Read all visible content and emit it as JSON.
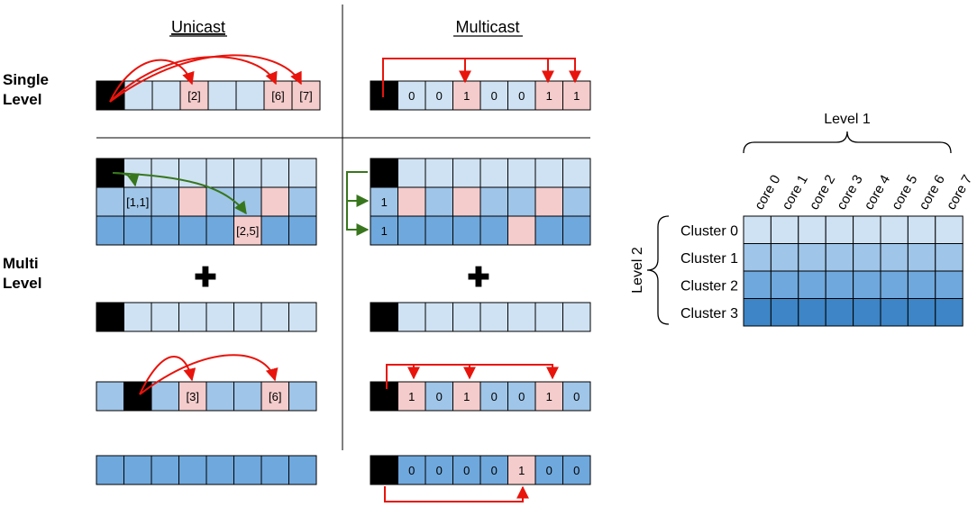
{
  "colors": {
    "black": "#000000",
    "pink": "#f4cccc",
    "L0": "#cfe2f3",
    "L1": "#9fc5e8",
    "L2": "#6fa8dc",
    "L3": "#3d85c6",
    "red_arrow": "#e8140c",
    "green_arrow": "#38761d"
  },
  "headers": {
    "unicast": "Unicast",
    "multicast": "Multicast"
  },
  "row_labels": {
    "single": [
      "Single",
      "Level"
    ],
    "multi": [
      "Multi",
      "Level"
    ]
  },
  "plus_sign": "✚",
  "grid": {
    "level1_label": "Level 1",
    "level2_label": "Level 2",
    "cores": [
      "core 0",
      "core 1",
      "core 2",
      "core 3",
      "core 4",
      "core 5",
      "core 6",
      "core 7"
    ],
    "clusters": [
      "Cluster 0",
      "Cluster 1",
      "Cluster 2",
      "Cluster 3"
    ]
  },
  "strips": [
    {
      "id": "uni-single",
      "cells": [
        {
          "fill": "black"
        },
        {
          "fill": "L0"
        },
        {
          "fill": "L0"
        },
        {
          "fill": "pink",
          "text": "[2]"
        },
        {
          "fill": "L0"
        },
        {
          "fill": "L0"
        },
        {
          "fill": "pink",
          "text": "[6]"
        },
        {
          "fill": "pink",
          "text": "[7]"
        }
      ]
    },
    {
      "id": "multi-single",
      "cells": [
        {
          "fill": "black"
        },
        {
          "fill": "L0",
          "text": "0"
        },
        {
          "fill": "L0",
          "text": "0"
        },
        {
          "fill": "pink",
          "text": "1"
        },
        {
          "fill": "L0",
          "text": "0"
        },
        {
          "fill": "L0",
          "text": "0"
        },
        {
          "fill": "pink",
          "text": "1"
        },
        {
          "fill": "pink",
          "text": "1"
        }
      ]
    },
    {
      "id": "uni-multi-r0",
      "cells": [
        {
          "fill": "black"
        },
        {
          "fill": "L0"
        },
        {
          "fill": "L0"
        },
        {
          "fill": "L0"
        },
        {
          "fill": "L0"
        },
        {
          "fill": "L0"
        },
        {
          "fill": "L0"
        },
        {
          "fill": "L0"
        }
      ]
    },
    {
      "id": "uni-multi-r1",
      "cells": [
        {
          "fill": "L1"
        },
        {
          "fill": "L1",
          "text": "[1,1]"
        },
        {
          "fill": "L1"
        },
        {
          "fill": "pink"
        },
        {
          "fill": "L1"
        },
        {
          "fill": "L1"
        },
        {
          "fill": "pink"
        },
        {
          "fill": "L1"
        }
      ]
    },
    {
      "id": "uni-multi-r2",
      "cells": [
        {
          "fill": "L2"
        },
        {
          "fill": "L2"
        },
        {
          "fill": "L2"
        },
        {
          "fill": "L2"
        },
        {
          "fill": "L2"
        },
        {
          "fill": "pink",
          "text": "[2,5]"
        },
        {
          "fill": "L2"
        },
        {
          "fill": "L2"
        }
      ]
    },
    {
      "id": "multi-multi-r0",
      "cells": [
        {
          "fill": "black"
        },
        {
          "fill": "L0"
        },
        {
          "fill": "L0"
        },
        {
          "fill": "L0"
        },
        {
          "fill": "L0"
        },
        {
          "fill": "L0"
        },
        {
          "fill": "L0"
        },
        {
          "fill": "L0"
        }
      ]
    },
    {
      "id": "multi-multi-r1",
      "cells": [
        {
          "fill": "L1",
          "text": "1"
        },
        {
          "fill": "pink"
        },
        {
          "fill": "L1"
        },
        {
          "fill": "pink"
        },
        {
          "fill": "L1"
        },
        {
          "fill": "L1"
        },
        {
          "fill": "pink"
        },
        {
          "fill": "L1"
        }
      ]
    },
    {
      "id": "multi-multi-r2",
      "cells": [
        {
          "fill": "L2",
          "text": "1"
        },
        {
          "fill": "L2"
        },
        {
          "fill": "L2"
        },
        {
          "fill": "L2"
        },
        {
          "fill": "L2"
        },
        {
          "fill": "pink"
        },
        {
          "fill": "L2"
        },
        {
          "fill": "L2"
        }
      ]
    },
    {
      "id": "uni-l1-strip",
      "cells": [
        {
          "fill": "black"
        },
        {
          "fill": "L0"
        },
        {
          "fill": "L0"
        },
        {
          "fill": "L0"
        },
        {
          "fill": "L0"
        },
        {
          "fill": "L0"
        },
        {
          "fill": "L0"
        },
        {
          "fill": "L0"
        }
      ]
    },
    {
      "id": "multi-l1-strip",
      "cells": [
        {
          "fill": "black"
        },
        {
          "fill": "L0"
        },
        {
          "fill": "L0"
        },
        {
          "fill": "L0"
        },
        {
          "fill": "L0"
        },
        {
          "fill": "L0"
        },
        {
          "fill": "L0"
        },
        {
          "fill": "L0"
        }
      ]
    },
    {
      "id": "uni-l2a-strip",
      "cells": [
        {
          "fill": "L1"
        },
        {
          "fill": "black"
        },
        {
          "fill": "L1"
        },
        {
          "fill": "pink",
          "text": "[3]"
        },
        {
          "fill": "L1"
        },
        {
          "fill": "L1"
        },
        {
          "fill": "pink",
          "text": "[6]"
        },
        {
          "fill": "L1"
        }
      ]
    },
    {
      "id": "multi-l2a-strip",
      "cells": [
        {
          "fill": "black"
        },
        {
          "fill": "pink",
          "text": "1"
        },
        {
          "fill": "L1",
          "text": "0"
        },
        {
          "fill": "pink",
          "text": "1"
        },
        {
          "fill": "L1",
          "text": "0"
        },
        {
          "fill": "L1",
          "text": "0"
        },
        {
          "fill": "pink",
          "text": "1"
        },
        {
          "fill": "L1",
          "text": "0"
        }
      ]
    },
    {
      "id": "uni-l2b-strip",
      "cells": [
        {
          "fill": "L2"
        },
        {
          "fill": "L2"
        },
        {
          "fill": "L2"
        },
        {
          "fill": "L2"
        },
        {
          "fill": "L2"
        },
        {
          "fill": "L2"
        },
        {
          "fill": "L2"
        },
        {
          "fill": "L2"
        }
      ]
    },
    {
      "id": "multi-l2b-strip",
      "cells": [
        {
          "fill": "black"
        },
        {
          "fill": "L2",
          "text": "0"
        },
        {
          "fill": "L2",
          "text": "0"
        },
        {
          "fill": "L2",
          "text": "0"
        },
        {
          "fill": "L2",
          "text": "0"
        },
        {
          "fill": "pink",
          "text": "1"
        },
        {
          "fill": "L2",
          "text": "0"
        },
        {
          "fill": "L2",
          "text": "0"
        }
      ]
    }
  ]
}
